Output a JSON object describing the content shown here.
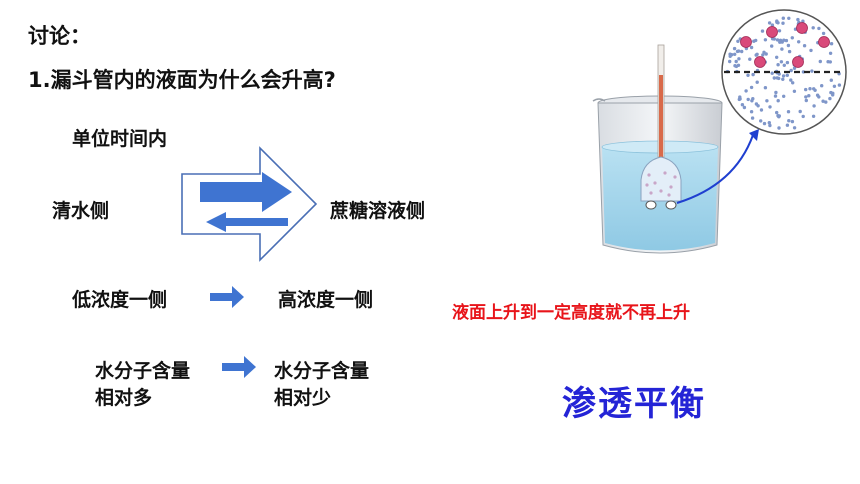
{
  "title": "讨论：",
  "question": "1.漏斗管内的液面为什么会升高?",
  "per_unit_time": "单位时间内",
  "left_side": "清水侧",
  "right_side": "蔗糖溶液侧",
  "low_conc": "低浓度一侧",
  "high_conc": "高浓度一侧",
  "water_more_1": "水分子含量",
  "water_more_2": "相对多",
  "water_less_1": "水分子含量",
  "water_less_2": "相对少",
  "note_red": "液面上升到一定高度就不再上升",
  "conclusion": "渗透平衡",
  "colors": {
    "arrow_blue": "#3f74d1",
    "arrow_outline": "#4a6fb5",
    "red": "#e8141a",
    "conclusion_blue": "#2424d6",
    "water": "#a9d8ee",
    "sugar_molecule": "#d94a7a",
    "water_molecule": "#7f96c9"
  }
}
